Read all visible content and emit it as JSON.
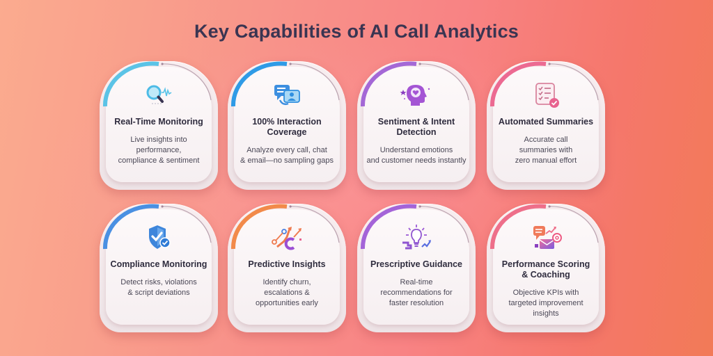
{
  "title": "Key Capabilities of AI Call Analytics",
  "cards": [
    {
      "title": "Real-Time Monitoring",
      "description": "Live insights into performance, compliance & sentiment",
      "icon": "magnifier-waveform-icon",
      "accent": "#5bc3e6"
    },
    {
      "title": "100% Interaction Coverage",
      "description": "Analyze every call, chat & email—no sampling gaps",
      "icon": "chat-bubbles-icon",
      "accent": "#2f9be6"
    },
    {
      "title": "Sentiment & Intent Detection",
      "description": "Understand emotions and customer needs instantly",
      "icon": "head-heart-icon",
      "accent": "#a468d6"
    },
    {
      "title": "Automated Summaries",
      "description": "Accurate call summaries with zero manual effort",
      "icon": "checklist-icon",
      "accent": "#ec6a92"
    },
    {
      "title": "Compliance Monitoring",
      "description": "Detect risks, violations & script deviations",
      "icon": "shield-check-icon",
      "accent": "#4a90e2"
    },
    {
      "title": "Predictive Insights",
      "description": "Identify churn, escalations & opportunities early",
      "icon": "trend-arrows-icon",
      "accent": "#f28a4a"
    },
    {
      "title": "Prescriptive Guidance",
      "description": "Real-time recommendations for faster resolution",
      "icon": "lightbulb-icon",
      "accent": "#a464d8"
    },
    {
      "title": "Performance Scoring & Coaching",
      "description": "Objective KPIs with targeted improvement insights",
      "icon": "message-mail-icon",
      "accent": "#ee6f8a"
    }
  ],
  "card_lines": [
    {
      "t": [
        "Real-Time Monitoring"
      ],
      "d": [
        "Live insights into",
        "performance,",
        "compliance & sentiment"
      ]
    },
    {
      "t": [
        "100% Interaction",
        "Coverage"
      ],
      "d": [
        "Analyze every call, chat",
        "& email—no sampling gaps"
      ]
    },
    {
      "t": [
        "Sentiment & Intent",
        "Detection"
      ],
      "d": [
        "Understand emotions",
        "and customer needs instantly"
      ]
    },
    {
      "t": [
        "Automated Summaries"
      ],
      "d": [
        "Accurate call",
        "summaries with",
        "zero manual effort"
      ]
    },
    {
      "t": [
        "Compliance Monitoring"
      ],
      "d": [
        "Detect risks, violations",
        "& script deviations"
      ]
    },
    {
      "t": [
        "Predictive Insights"
      ],
      "d": [
        "Identify churn,",
        "escalations &",
        "opportunities early"
      ]
    },
    {
      "t": [
        "Prescriptive Guidance"
      ],
      "d": [
        "Real-time",
        "recommendations for",
        "faster resolution"
      ]
    },
    {
      "t": [
        "Performance Scoring",
        "& Coaching"
      ],
      "d": [
        "Objective KPIs with",
        "targeted improvement",
        "insights"
      ]
    }
  ]
}
